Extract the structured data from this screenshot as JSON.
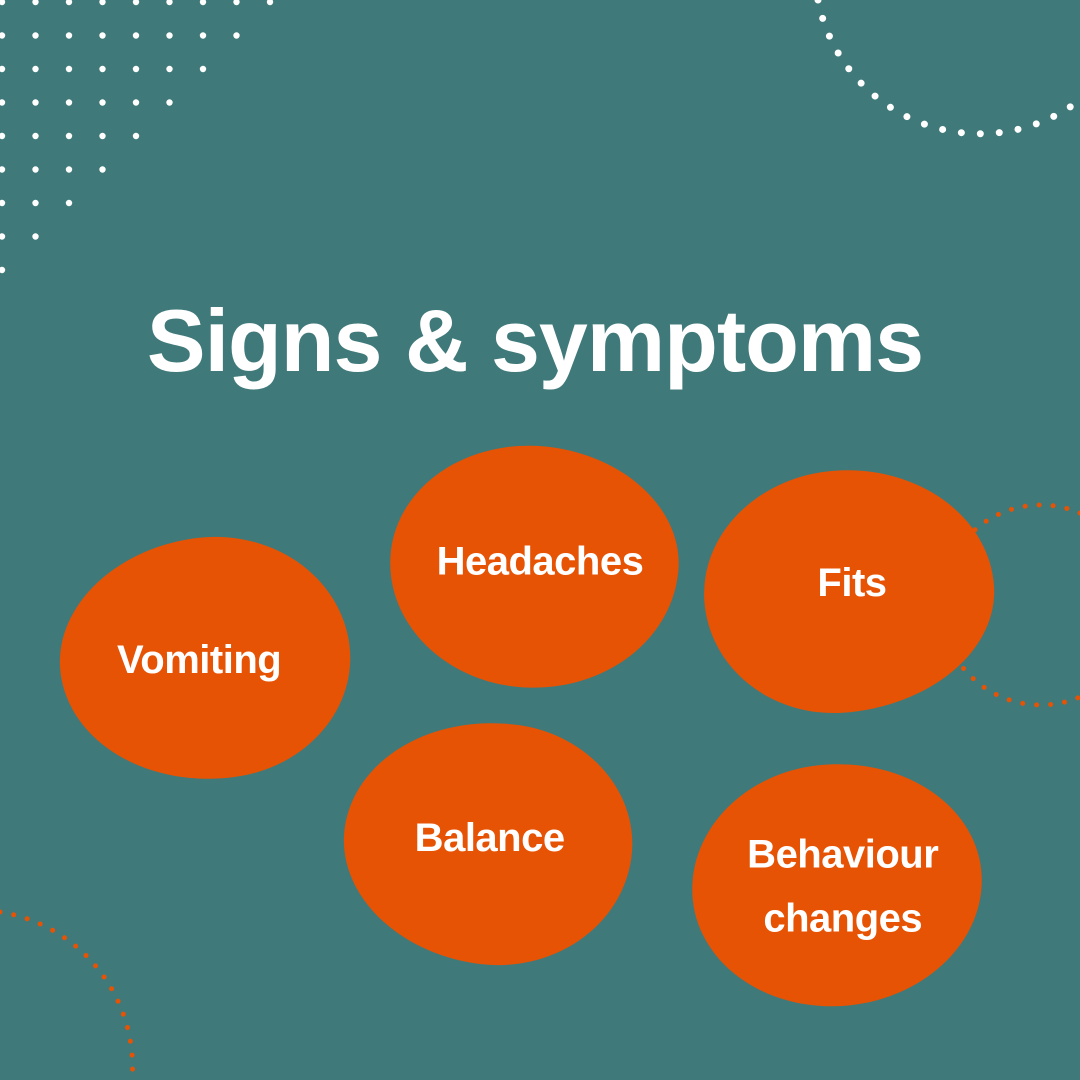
{
  "title": "Signs & symptoms",
  "colors": {
    "background": "#40797a",
    "blob": "#e65304",
    "text": "#ffffff",
    "decor_white": "#ffffff",
    "decor_orange": "#e65304"
  },
  "symptoms": [
    {
      "label": "Vomiting"
    },
    {
      "label": "Headaches"
    },
    {
      "label": "Fits"
    },
    {
      "label": "Balance"
    },
    {
      "label": "Behaviour\nchanges"
    }
  ]
}
